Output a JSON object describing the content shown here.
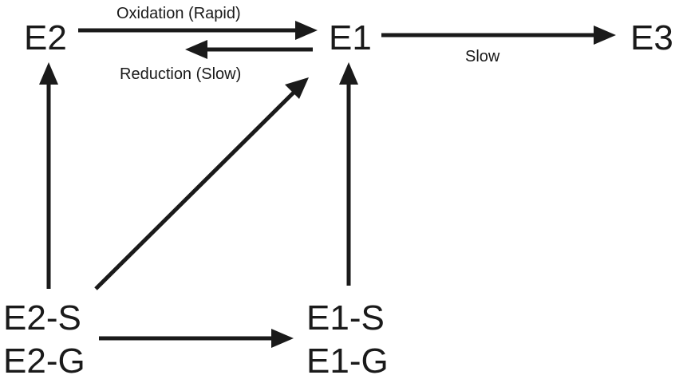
{
  "nodes": {
    "e2": "E2",
    "e1": "E1",
    "e3": "E3",
    "e2s": "E2-S",
    "e2g": "E2-G",
    "e1s": "E1-S",
    "e1g": "E1-G"
  },
  "edges": {
    "oxidation_label": "Oxidation (Rapid)",
    "reduction_label": "Reduction (Slow)",
    "slow_label": "Slow"
  }
}
